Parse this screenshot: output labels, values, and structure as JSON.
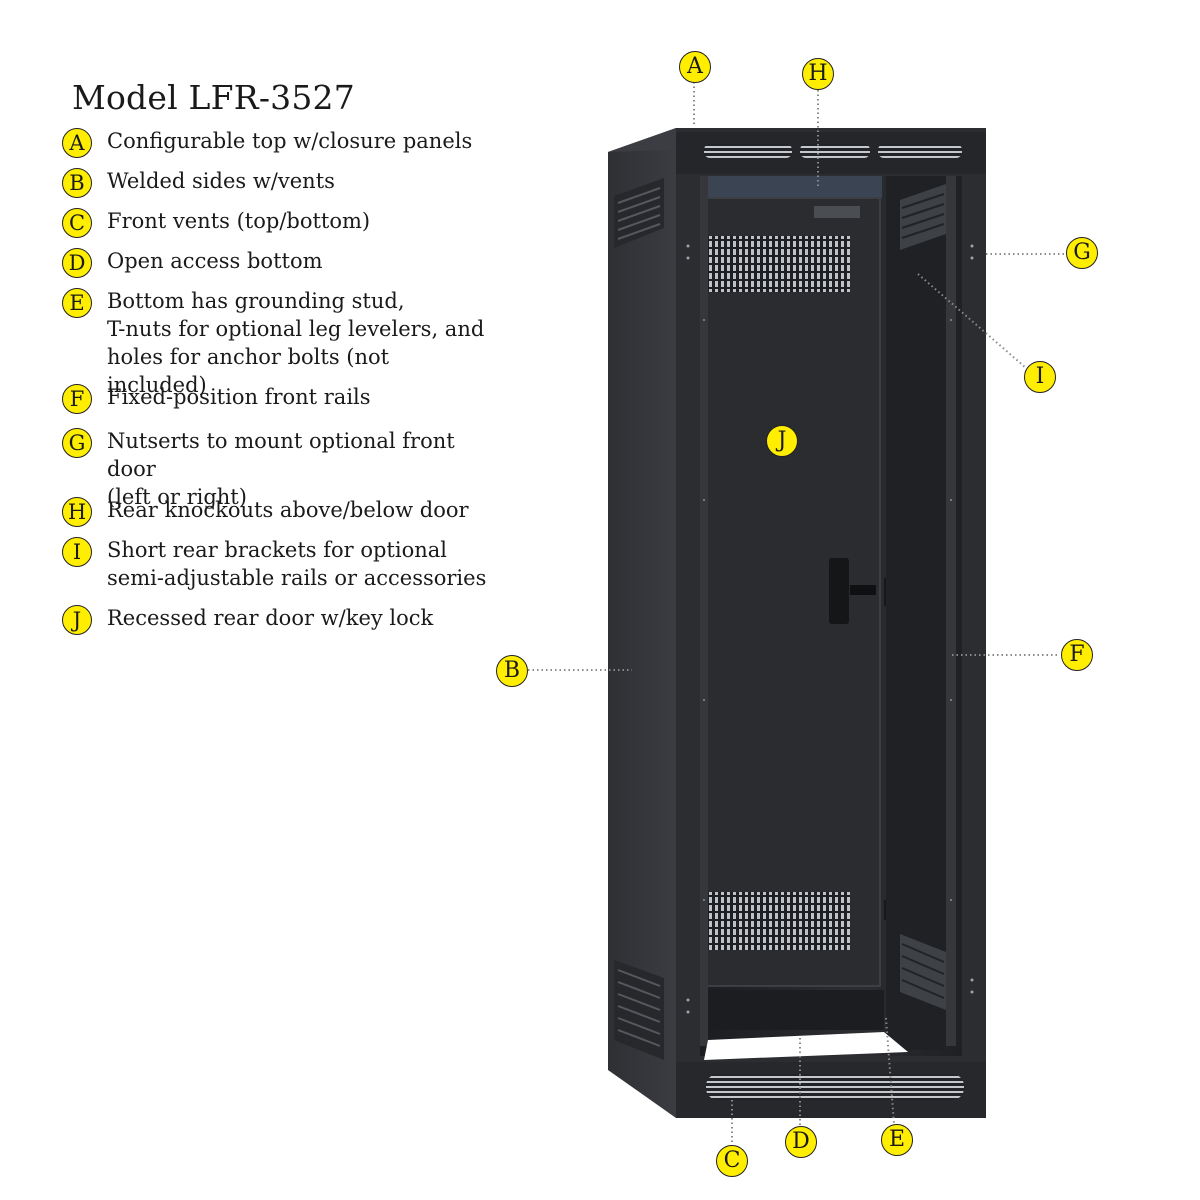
{
  "title": "Model LFR-3527",
  "features": [
    {
      "letter": "A",
      "text": "Configurable top w/closure panels"
    },
    {
      "letter": "B",
      "text": "Welded sides w/vents"
    },
    {
      "letter": "C",
      "text": "Front vents (top/bottom)"
    },
    {
      "letter": "D",
      "text": "Open access bottom"
    },
    {
      "letter": "E",
      "text": "Bottom has grounding stud,\nT-nuts for optional leg levelers, and\nholes for anchor bolts (not included)"
    },
    {
      "letter": "F",
      "text": "Fixed-position front rails"
    },
    {
      "letter": "G",
      "text": "Nutserts to mount optional front door\n(left or right)"
    },
    {
      "letter": "H",
      "text": "Rear knockouts above/below door"
    },
    {
      "letter": "I",
      "text": "Short rear brackets for optional\nsemi-adjustable rails or accessories"
    },
    {
      "letter": "J",
      "text": "Recessed rear door w/key lock"
    }
  ],
  "callouts": [
    "A",
    "H",
    "G",
    "I",
    "J",
    "B",
    "F",
    "C",
    "D",
    "E"
  ],
  "colors": {
    "badge": "#ffee00",
    "rack": "#2a2c30",
    "rack_dark": "#1a1b1e",
    "rack_side": "#34363a"
  }
}
